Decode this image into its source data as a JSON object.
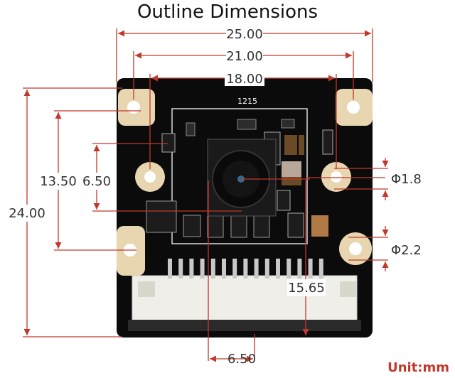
{
  "title": "Outline Dimensions",
  "unit_label": "Unit:mm",
  "board_label": "1215",
  "dimensions": {
    "width_overall": "25.00",
    "width_mount_holes": "21.00",
    "width_inner": "18.00",
    "height_overall": "24.00",
    "height_mount_holes": "13.50",
    "height_lens_offset": "6.50",
    "lens_to_connector": "15.65",
    "lens_horizontal_offset": "6.50",
    "small_hole_diameter": "Φ1.8",
    "large_hole_diameter": "Φ2.2"
  },
  "colors": {
    "dimension_line": "#c0392b",
    "board": "#0b0b0b",
    "pad": "#e8d6b0",
    "silkscreen": "#ffffff"
  }
}
